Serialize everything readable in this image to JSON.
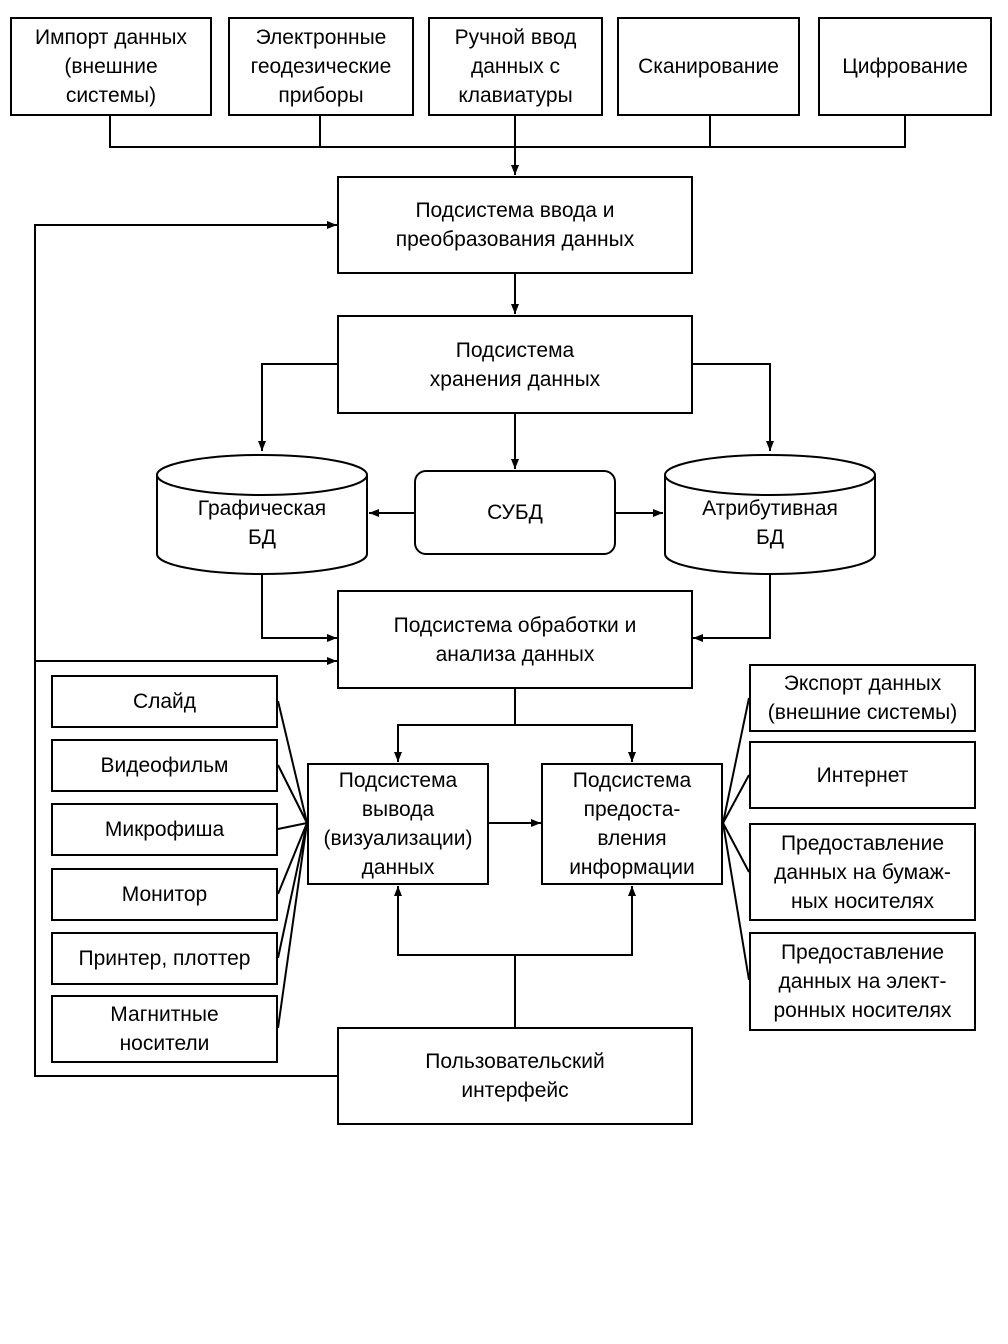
{
  "sources": {
    "import": "Импорт данных\n(внешние\nсистемы)",
    "electronic_instruments": "Электронные\nгеодезические\nприборы",
    "manual_input": "Ручной ввод\nданных с\nклавиатуры",
    "scanning": "Сканирование",
    "digitizing": "Цифрование"
  },
  "input_subsystem": "Подсистема ввода и\nпреобразования данных",
  "storage_subsystem": "Подсистема\nхранения данных",
  "graphic_db": "Графическая\nБД",
  "dbms": "СУБД",
  "attribute_db": "Атрибутивная\nБД",
  "processing_subsystem": "Подсистема обработки и\nанализа данных",
  "output_devices": {
    "slide": "Слайд",
    "video": "Видеофильм",
    "microfiche": "Микрофиша",
    "monitor": "Монитор",
    "printer": "Принтер, плоттер",
    "magnetic": "Магнитные\nносители"
  },
  "output_subsystem": "Подсистема\nвывода\n(визуализации)\nданных",
  "provision_subsystem": "Подсистема\nпредоста-\nвления\nинформации",
  "provision_targets": {
    "export": "Экспорт данных\n(внешние системы)",
    "internet": "Интернет",
    "paper": "Предоставление\nданных на бумаж-\nных носителях",
    "electronic": "Предоставление\nданных на элект-\nронных носителях"
  },
  "user_interface": "Пользовательский\nинтерфейс"
}
